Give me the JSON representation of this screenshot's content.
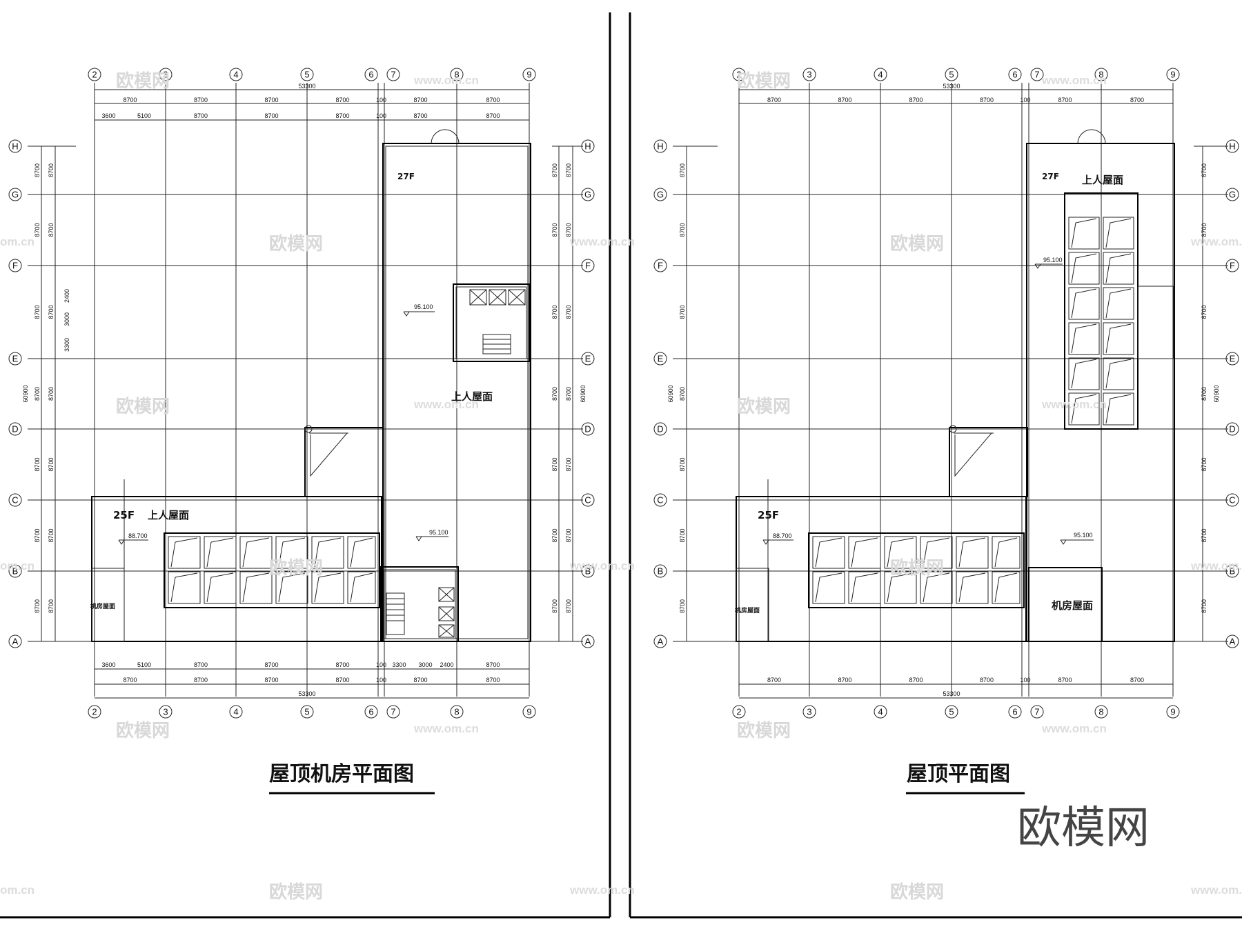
{
  "drawings": [
    {
      "title": "屋顶机房平面图",
      "top_col_axes": [
        "2",
        "3",
        "4",
        "5",
        "6",
        "7",
        "8",
        "9"
      ],
      "row_axes": [
        "H",
        "G",
        "F",
        "E",
        "D",
        "C",
        "B",
        "A"
      ],
      "total_width": "53300",
      "row1_dims": [
        "8700",
        "8700",
        "8700",
        "8700",
        "100",
        "8700",
        "8700"
      ],
      "row2_dims": [
        "3600",
        "5100",
        "8700",
        "8700",
        "8700",
        "100",
        "8700",
        "8700"
      ],
      "bottom_row1_dims": [
        "3600",
        "5100",
        "8700",
        "8700",
        "8700",
        "100",
        "3300",
        "3000",
        "2400",
        "8700"
      ],
      "bottom_row2_dims": [
        "8700",
        "8700",
        "8700",
        "8700",
        "100",
        "8700",
        "8700"
      ],
      "left_dims": [
        "8700",
        "8700",
        "8700",
        "8700",
        "8700",
        "8700",
        "8700"
      ],
      "left_sub_dims": [
        "2400",
        "3000",
        "3300"
      ],
      "total_height": "60900",
      "labels": {
        "tower_floor": "27F",
        "tower_roof": "上人屋面",
        "low_floor": "25F",
        "low_roof": "上人屋面",
        "machine_room": "机房屋面",
        "level_tower": "95.100",
        "level_low": "88.700",
        "level_tower2": "95.100"
      }
    },
    {
      "title": "屋顶平面图",
      "top_col_axes": [
        "2",
        "3",
        "4",
        "5",
        "6",
        "7",
        "8",
        "9"
      ],
      "row_axes": [
        "H",
        "G",
        "F",
        "E",
        "D",
        "C",
        "B",
        "A"
      ],
      "total_width": "53300",
      "row1_dims": [
        "8700",
        "8700",
        "8700",
        "8700",
        "100",
        "8700",
        "8700"
      ],
      "bottom_row2_dims": [
        "8700",
        "8700",
        "8700",
        "8700",
        "100",
        "8700",
        "8700"
      ],
      "left_dims": [
        "8700",
        "8700",
        "8700",
        "8700",
        "8700",
        "8700",
        "8700"
      ],
      "total_height": "60900",
      "labels": {
        "tower_floor": "27F",
        "tower_roof": "上人屋面",
        "low_floor": "25F",
        "machine_room": "机房屋面",
        "machine_room2": "机房屋面",
        "level_tower": "95.100",
        "level_low": "88.700",
        "level_tower2": "95.100"
      }
    }
  ],
  "watermark": {
    "brand_cn": "欧模网",
    "url": "www.om.cn",
    "url_short": "om.cn"
  }
}
